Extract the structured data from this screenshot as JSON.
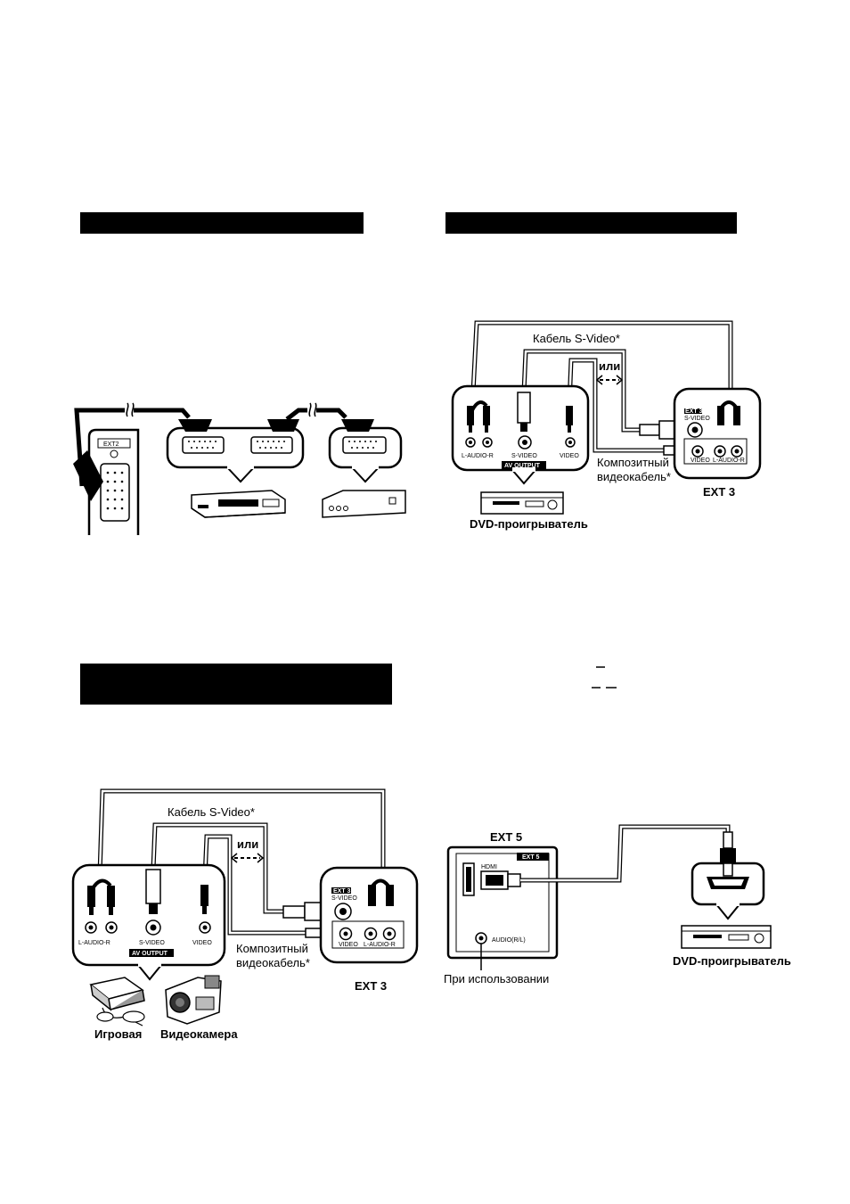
{
  "diagram_scart": {
    "ext_label": "EXT2"
  },
  "diagram_dvd_svideo": {
    "svideo_cable": "Кабель S-Video*",
    "or": "или",
    "composite_line1": "Композитный",
    "composite_line2": "видеокабель*",
    "port_laudio": "L-AUDIO-R",
    "port_svideo": "S-VIDEO",
    "port_video": "VIDEO",
    "av_output": "AV OUTPUT",
    "device": "DVD-проигрыватель",
    "tv_ext": "EXT 3",
    "tv_ext_small": "EXT 3",
    "tv_svideo_small": "S-VIDEO",
    "tv_video_small": "VIDEO",
    "tv_laudio_small": "L-AUDIO-R"
  },
  "diagram_camera": {
    "svideo_cable": "Кабель S-Video*",
    "or": "или",
    "composite_line1": "Композитный",
    "composite_line2": "видеокабель*",
    "port_laudio": "L-AUDIO-R",
    "port_svideo": "S-VIDEO",
    "port_video": "VIDEO",
    "av_output": "AV OUTPUT",
    "device_game": "Игровая",
    "device_camera": "Видеокамера",
    "tv_ext": "EXT 3",
    "tv_ext_small": "EXT 3",
    "tv_svideo_small": "S-VIDEO",
    "tv_video_small": "VIDEO",
    "tv_laudio_small": "L-AUDIO-R"
  },
  "diagram_hdmi": {
    "ext_title": "EXT 5",
    "ext_badge": "EXT 5",
    "hdmi_label": "HDMI",
    "audio_label": "AUDIO(R/L)",
    "note": "При использовании",
    "device": "DVD-проигрыватель"
  }
}
